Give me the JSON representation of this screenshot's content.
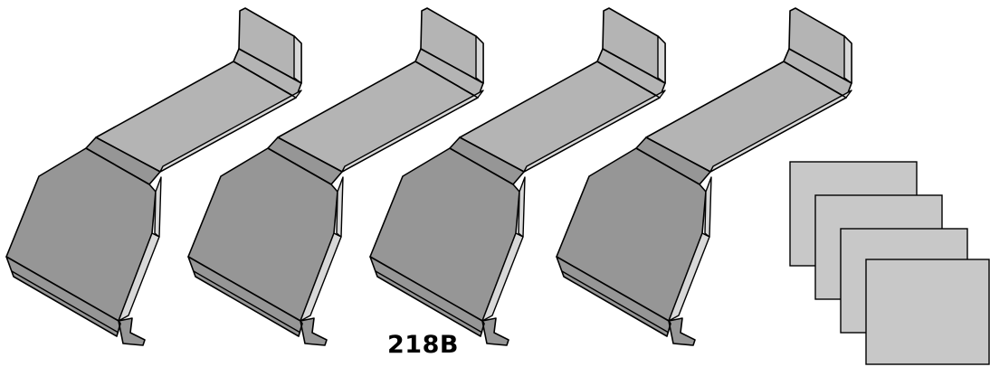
{
  "part_number": "218B",
  "brackets": {
    "count": 4
  },
  "pads": {
    "count": 4
  },
  "colors": {
    "background": "#ffffff",
    "outline": "#000000",
    "bracket_light": "#b4b4b4",
    "bracket_dark": "#969696",
    "bracket_edge": "#d8d8d8",
    "pad": "#c8c8c8"
  }
}
